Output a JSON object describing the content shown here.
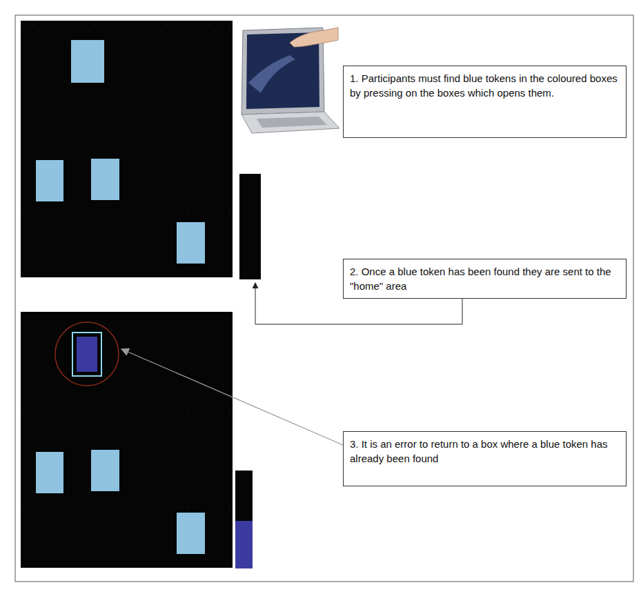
{
  "diagram": {
    "nodes": [
      {
        "text": [
          "1. Participants must find blue tokens in the coloured boxes by pressing on the boxes which opens them."
        ]
      },
      {
        "text": [
          "2. Once a blue token has been found they are sent to the \"home\" area"
        ]
      },
      {
        "text": [
          "3. It is an error to return to a box where a blue token has already been found"
        ]
      }
    ]
  }
}
